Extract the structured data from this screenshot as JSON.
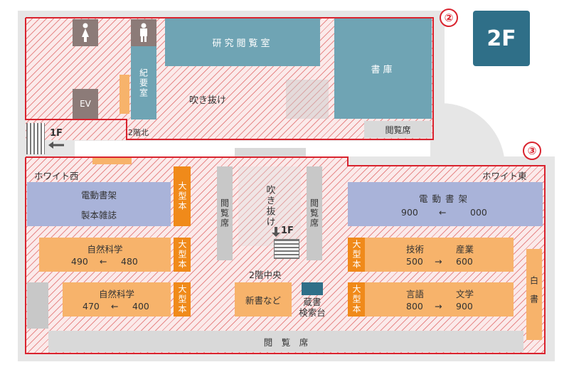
{
  "floor_badge": "2F",
  "region_markers": {
    "north": "②",
    "center": "③"
  },
  "north": {
    "research_room": "研究閲覧室",
    "stacks": "書庫",
    "memorial_room": "紀要室",
    "atrium": "吹き抜け",
    "elevator": "EV",
    "reading_seats": "閲覧席",
    "area_name": "2階北",
    "stairs_label": "1F"
  },
  "center": {
    "white_west": "ホワイト西",
    "white_east": "ホワイト東",
    "left_blue_line1": "電動書架",
    "left_blue_line2": "製本雑誌",
    "right_blue_line1": "電動書架",
    "right_blue_range_from": "900",
    "right_blue_range_to": "000",
    "arrow_left": "←",
    "arrow_right": "→",
    "large_books": "大型本",
    "reading_seats_vertical": "閲覧席",
    "atrium_vertical": "吹き抜け",
    "stairs_label": "1F",
    "area_name": "2階中央",
    "sci1_title": "自然科学",
    "sci1_from": "490",
    "sci1_to": "480",
    "sci2_title": "自然科学",
    "sci2_from": "470",
    "sci2_to": "400",
    "tech_title_a": "技術",
    "tech_title_b": "産業",
    "tech_from": "500",
    "tech_to": "600",
    "lang_title_a": "言語",
    "lang_title_b": "文学",
    "lang_from": "800",
    "lang_to": "900",
    "new_books": "新書など",
    "opac_line1": "蔵書",
    "opac_line2": "検索台",
    "white_paper": "白書",
    "bottom_seats": "閲　覧　席"
  },
  "colors": {
    "boundary": "#d9232e",
    "stacks_teal": "#6fa4b4",
    "shelf_blue": "#a9b3d9",
    "shelf_orange": "#f7b36b",
    "large_book_orange": "#f08a1a",
    "badge": "#2f6f88"
  },
  "icons": [
    "female-restroom-icon",
    "male-restroom-icon",
    "stairs-icon",
    "down-arrow-icon",
    "left-arrow-icon"
  ]
}
